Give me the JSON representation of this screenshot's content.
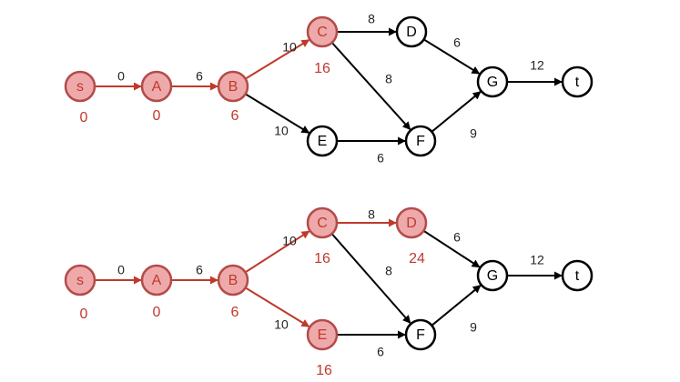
{
  "colors": {
    "active_fill": "#eeaaaa",
    "active_stroke": "#b54a4a",
    "active_text": "#c0392b",
    "active_edge": "#c0392b",
    "normal_edge": "#000000",
    "normal_stroke": "#000000",
    "normal_fill": "#ffffff"
  },
  "graphs": [
    {
      "nodes": [
        {
          "id": "s",
          "label": "s",
          "active": true,
          "dist": "0"
        },
        {
          "id": "A",
          "label": "A",
          "active": true,
          "dist": "0"
        },
        {
          "id": "B",
          "label": "B",
          "active": true,
          "dist": "6"
        },
        {
          "id": "C",
          "label": "C",
          "active": true,
          "dist": "16"
        },
        {
          "id": "D",
          "label": "D",
          "active": false,
          "dist": ""
        },
        {
          "id": "E",
          "label": "E",
          "active": false,
          "dist": ""
        },
        {
          "id": "F",
          "label": "F",
          "active": false,
          "dist": ""
        },
        {
          "id": "G",
          "label": "G",
          "active": false,
          "dist": ""
        },
        {
          "id": "t",
          "label": "t",
          "active": false,
          "dist": ""
        }
      ],
      "edges": [
        {
          "from": "s",
          "to": "A",
          "weight": "0",
          "active": true
        },
        {
          "from": "A",
          "to": "B",
          "weight": "6",
          "active": true
        },
        {
          "from": "B",
          "to": "C",
          "weight": "10",
          "active": true
        },
        {
          "from": "B",
          "to": "E",
          "weight": "10",
          "active": false
        },
        {
          "from": "C",
          "to": "D",
          "weight": "8",
          "active": false
        },
        {
          "from": "C",
          "to": "F",
          "weight": "8",
          "active": false
        },
        {
          "from": "E",
          "to": "F",
          "weight": "6",
          "active": false
        },
        {
          "from": "D",
          "to": "G",
          "weight": "6",
          "active": false
        },
        {
          "from": "F",
          "to": "G",
          "weight": "9",
          "active": false
        },
        {
          "from": "G",
          "to": "t",
          "weight": "12",
          "active": false
        }
      ]
    },
    {
      "nodes": [
        {
          "id": "s",
          "label": "s",
          "active": true,
          "dist": "0"
        },
        {
          "id": "A",
          "label": "A",
          "active": true,
          "dist": "0"
        },
        {
          "id": "B",
          "label": "B",
          "active": true,
          "dist": "6"
        },
        {
          "id": "C",
          "label": "C",
          "active": true,
          "dist": "16"
        },
        {
          "id": "D",
          "label": "D",
          "active": true,
          "dist": "24"
        },
        {
          "id": "E",
          "label": "E",
          "active": true,
          "dist": "16"
        },
        {
          "id": "F",
          "label": "F",
          "active": false,
          "dist": ""
        },
        {
          "id": "G",
          "label": "G",
          "active": false,
          "dist": ""
        },
        {
          "id": "t",
          "label": "t",
          "active": false,
          "dist": ""
        }
      ],
      "edges": [
        {
          "from": "s",
          "to": "A",
          "weight": "0",
          "active": true
        },
        {
          "from": "A",
          "to": "B",
          "weight": "6",
          "active": true
        },
        {
          "from": "B",
          "to": "C",
          "weight": "10",
          "active": true
        },
        {
          "from": "B",
          "to": "E",
          "weight": "10",
          "active": true
        },
        {
          "from": "C",
          "to": "D",
          "weight": "8",
          "active": true
        },
        {
          "from": "C",
          "to": "F",
          "weight": "8",
          "active": false
        },
        {
          "from": "E",
          "to": "F",
          "weight": "6",
          "active": false
        },
        {
          "from": "D",
          "to": "G",
          "weight": "6",
          "active": false
        },
        {
          "from": "F",
          "to": "G",
          "weight": "9",
          "active": false
        },
        {
          "from": "G",
          "to": "t",
          "weight": "12",
          "active": false
        }
      ]
    }
  ]
}
